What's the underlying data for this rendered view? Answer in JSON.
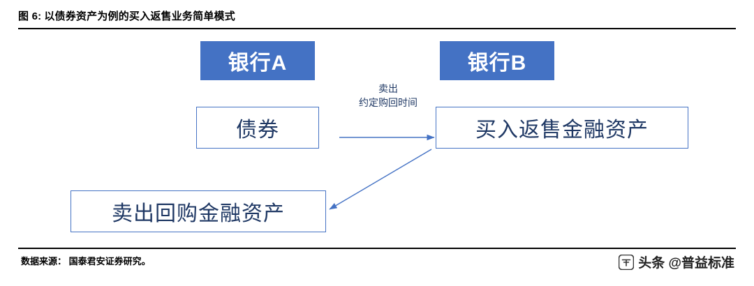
{
  "header": {
    "figure_number": "图 6:",
    "title": "以债券资产为例的买入返售业务简单模式"
  },
  "diagram": {
    "type": "flow-diagram",
    "nodes": [
      {
        "id": "bank-a",
        "label": "银行A",
        "style": "filled-blue"
      },
      {
        "id": "bank-b",
        "label": "银行B",
        "style": "filled-blue"
      },
      {
        "id": "bond",
        "label": "债券",
        "style": "outlined-blue"
      },
      {
        "id": "buy-resale",
        "label": "买入返售金融资产",
        "style": "outlined-blue"
      },
      {
        "id": "sell-repo",
        "label": "卖出回购金融资产",
        "style": "outlined-blue"
      }
    ],
    "edges": [
      {
        "id": "bond-to-buy",
        "from": "bond",
        "to": "buy-resale",
        "label_line1": "卖出",
        "label_line2": "约定购回时间"
      },
      {
        "id": "buy-to-sell",
        "from": "buy-resale",
        "to": "sell-repo",
        "label_line1": "",
        "label_line2": ""
      }
    ]
  },
  "footer": {
    "source": "数据来源： 国泰君安证券研究。",
    "watermark": "头条 @普益标准"
  },
  "colors": {
    "accent_fill": "#4472C4",
    "accent_border": "#4472C4",
    "node_text": "#1F3864",
    "rule": "#000000"
  }
}
